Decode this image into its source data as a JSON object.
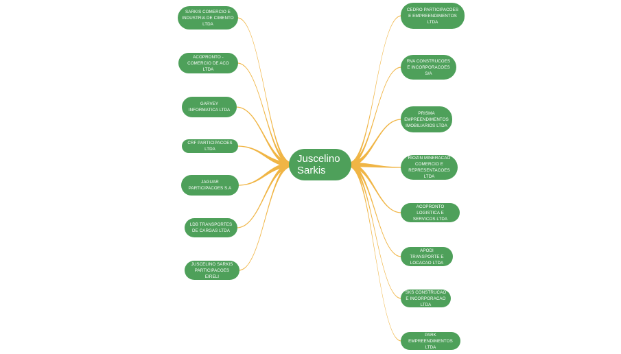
{
  "center": {
    "line1": "Juscelino",
    "line2": "Sarkis"
  },
  "colors": {
    "node": "#4ea05a",
    "branch": "#f0b545",
    "text": "#ffffff"
  },
  "left": [
    {
      "label": "SARKIS COMERCIO E INDUSTRIA DE CIMENTO LTDA"
    },
    {
      "label": "ACOPRONTO - COMERCIO DE ACO LTDA"
    },
    {
      "label": "GARVEY INFORMATICA LTDA"
    },
    {
      "label": "CRF PARTICIPACOES LTDA"
    },
    {
      "label": "JAGUAR PARTICIPACOES S.A"
    },
    {
      "label": "LDB TRANSPORTES DE CARGAS LTDA"
    },
    {
      "label": "JUSCELINO SARKIS PARTICIPACOES EIRELI"
    }
  ],
  "right": [
    {
      "label": "CEDRO PARTICIPACOES E EMPREENDIMENTOS LTDA"
    },
    {
      "label": "RVA CONSTRUCOES E INCORPORACOES S/A"
    },
    {
      "label": "PRISMA EMPREENDIMENTOS IMOBILIARIOS LTDA"
    },
    {
      "label": "RIOZIN MINERACAO COMERCIO E REPRESENTACOES LTDA"
    },
    {
      "label": "ACOPRONTO LOGISTICA E SERVICOS LTDA"
    },
    {
      "label": "APODI TRANSPORTE E LOCACAO LTDA"
    },
    {
      "label": "SKS CONSTRUCAO E INCORPORACAO LTDA"
    },
    {
      "label": "PARK EMPREENDIMENTOS LTDA"
    }
  ]
}
